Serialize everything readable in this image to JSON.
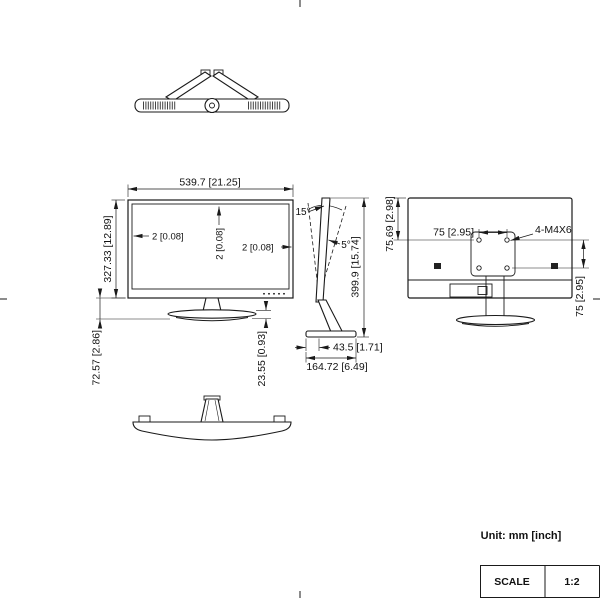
{
  "drawing": {
    "unit_note": "Unit: mm [inch]",
    "line_color": "#1a1a1a",
    "background": "#ffffff"
  },
  "title_block": {
    "scale_label": "SCALE",
    "scale_value": "1:2"
  },
  "front_view": {
    "dim_width": "539.7 [21.25]",
    "dim_height": "327.33 [12.89]",
    "dim_bezel_left": "2 [0.08]",
    "dim_bezel_top": "2 [0.08]",
    "dim_bezel_right": "2 [0.08]",
    "dim_stand_height": "72.57 [2.86]",
    "dim_base_thickness": "23.55 [0.93]"
  },
  "side_view": {
    "angle_tilt_back": "15°",
    "angle_tilt_forward": "5°",
    "dim_total_height": "399.9 [15.74]",
    "dim_base_front_offset": "43.5 [1.71]",
    "dim_base_depth": "164.72 [6.49]"
  },
  "rear_view": {
    "dim_vesa_top_offset": "75.69 [2.98]",
    "dim_vesa_width": "75 [2.95]",
    "dim_vesa_height": "75 [2.95]",
    "vesa_screw_note": "4-M4X6"
  }
}
